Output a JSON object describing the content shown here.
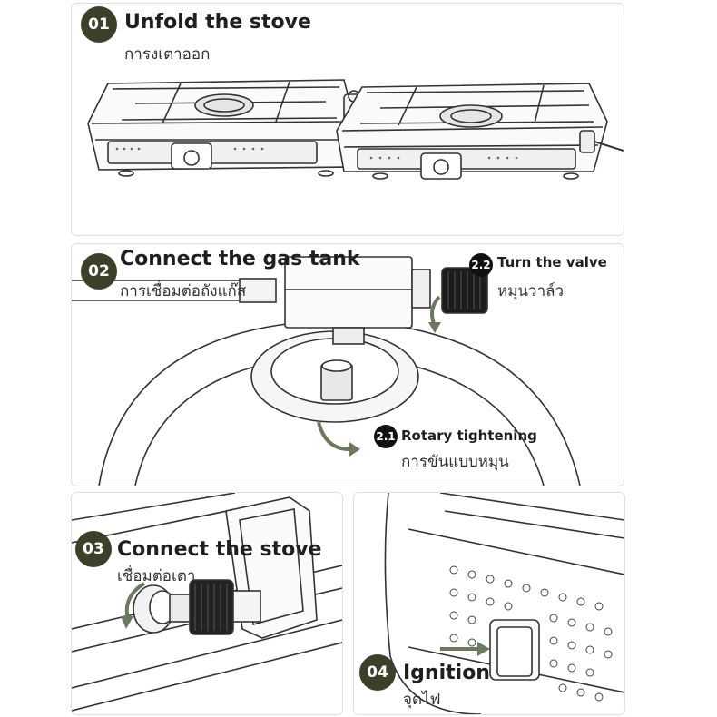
{
  "steps": [
    {
      "number": "01",
      "title": "Unfold the stove",
      "subtitle": "การงเตาออก"
    },
    {
      "number": "02",
      "title": "Connect the gas tank",
      "subtitle": "การเชื่อมต่อถังแก๊ส",
      "substeps": [
        {
          "number": "2.2",
          "title": "Turn the valve",
          "subtitle": "หมุนวาล์ว"
        },
        {
          "number": "2.1",
          "title": "Rotary tightening",
          "subtitle": "การขันแบบหมุน"
        }
      ]
    },
    {
      "number": "03",
      "title": "Connect the stove",
      "subtitle": "เชื่อมต่อเตา"
    },
    {
      "number": "04",
      "title": "Ignition",
      "subtitle": "จุดไฟ"
    }
  ],
  "colors": {
    "badge": "#3b4129",
    "arrow": "#6b7a5a",
    "line": "#333333",
    "sub_badge": "#111111"
  },
  "icons": [
    "rotation-arrow-icon",
    "push-arrow-icon"
  ]
}
